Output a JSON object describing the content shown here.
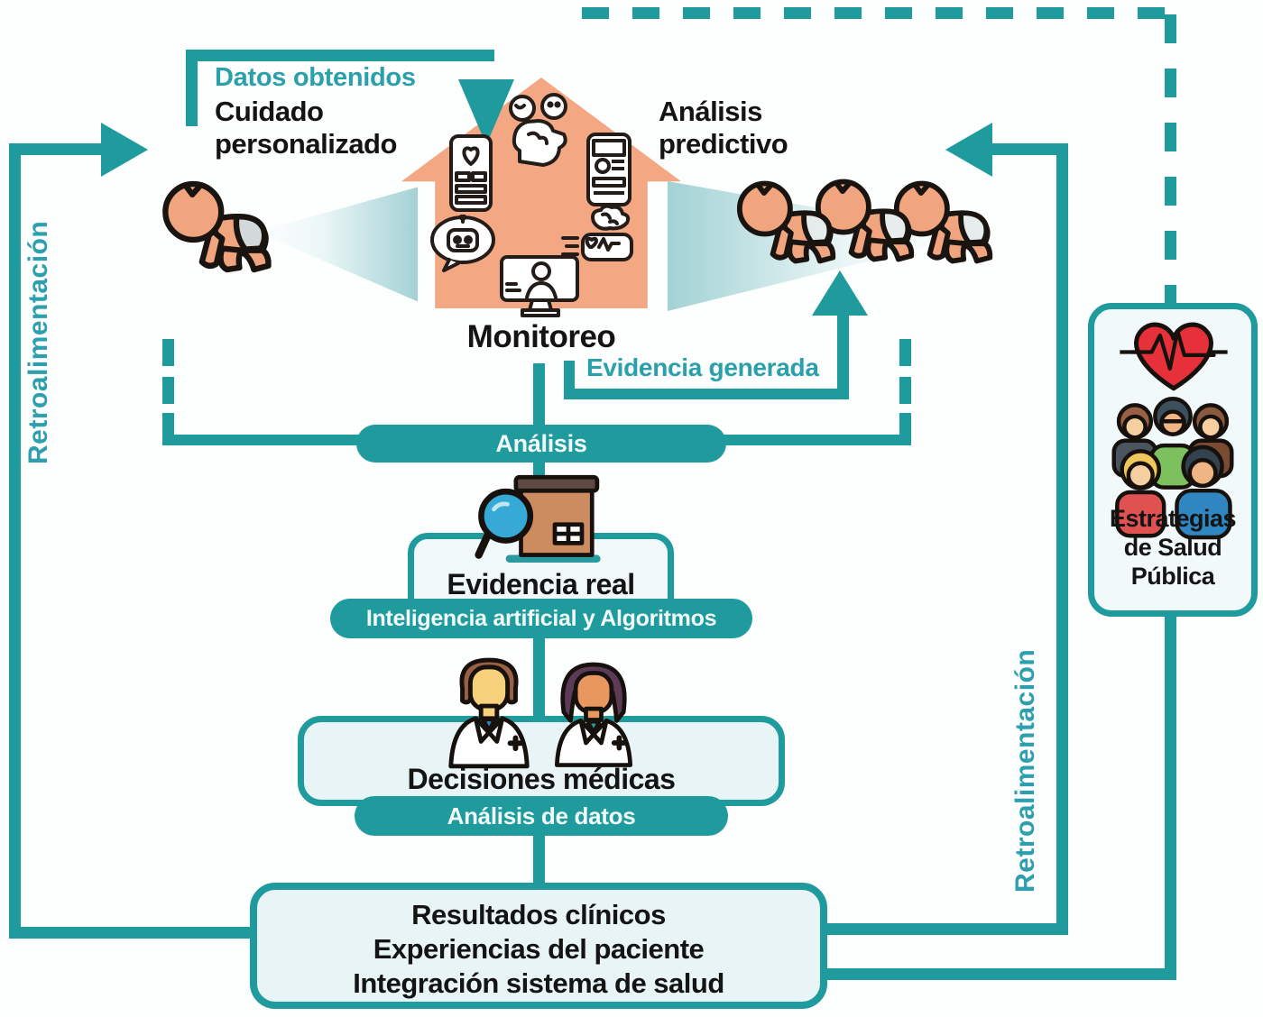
{
  "colors": {
    "teal": "#1f9b9e",
    "teal_text": "#2aa0ab",
    "orange_house": "#f3a783",
    "skin": "#f0a57e",
    "box_fill": "#e9f4f7",
    "heart_red": "#e6303a",
    "lens_blue": "#37a9d6",
    "evidence_box_brown": "#cd8b60",
    "black_text": "#141414"
  },
  "labels": {
    "datos_obtenidos": "Datos obtenidos",
    "cuidado_personalizado": "Cuidado personalizado",
    "analisis_predictivo": "Análisis predictivo",
    "monitoreo": "Monitoreo",
    "evidencia_generada": "Evidencia generada",
    "retroalimentacion_izquierda": "Retroalimentación",
    "retroalimentacion_derecha": "Retroalimentación",
    "analisis": "Análisis",
    "evidencia_real": "Evidencia real",
    "inteligencia_artificial": "Inteligencia artificial y Algoritmos",
    "decisiones_medicas": "Decisiones médicas",
    "analisis_de_datos": "Análisis de datos",
    "estrategias_salud_publica": "Estrategias de Salud Pública"
  },
  "bottom_box": {
    "lines": [
      "Resultados clínicos",
      "Experiencias del paciente",
      "Integración sistema de salud"
    ]
  },
  "icons": {
    "monitoring_house": [
      "ai-head-icon",
      "phone-health-icon",
      "phone-data-icon",
      "chatbot-icon",
      "brain-monitor-icon",
      "telemedicine-monitor-icon"
    ],
    "personalized_care": "crawling-baby-icon",
    "predictive_analysis": "babies-group-icon",
    "real_evidence": "search-records-icon",
    "medical_decisions": [
      "male-doctor-icon",
      "female-doctor-icon"
    ],
    "public_health": [
      "heart-ecg-icon",
      "community-people-icon"
    ]
  }
}
